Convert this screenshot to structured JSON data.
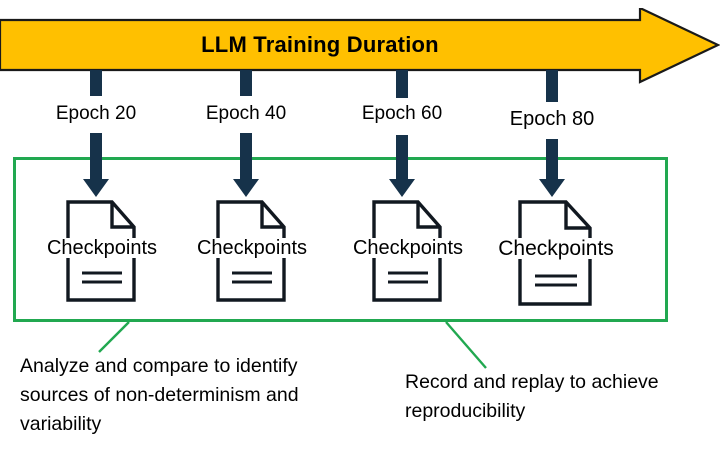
{
  "diagram": {
    "title": "LLM Training Duration",
    "colors": {
      "arrow_fill": "#FFC000",
      "arrow_stroke": "#1A1A1A",
      "connector_navy": "#16324A",
      "box_green": "#21A850",
      "text_black": "#000000",
      "doc_outline": "#111820"
    },
    "timeline": {
      "label": "LLM Training Duration",
      "direction": "left-to-right"
    },
    "epochs": [
      {
        "label": "Epoch 20",
        "checkpoint_label": "Checkpoints"
      },
      {
        "label": "Epoch 40",
        "checkpoint_label": "Checkpoints"
      },
      {
        "label": "Epoch 60",
        "checkpoint_label": "Checkpoints"
      },
      {
        "label": "Epoch 80",
        "checkpoint_label": "Checkpoints"
      }
    ],
    "captions": {
      "left": "Analyze and compare to identify sources of non-determinism and variability",
      "right": "Record and replay to achieve reproducibility"
    }
  },
  "chart_data": {
    "type": "diagram",
    "title": "LLM Training Duration",
    "nodes": [
      "Epoch 20",
      "Epoch 40",
      "Epoch 60",
      "Epoch 80"
    ],
    "node_artifacts": [
      "Checkpoints",
      "Checkpoints",
      "Checkpoints",
      "Checkpoints"
    ],
    "annotations": [
      "Analyze and compare to identify sources of non-determinism and variability",
      "Record and replay to achieve reproducibility"
    ]
  }
}
